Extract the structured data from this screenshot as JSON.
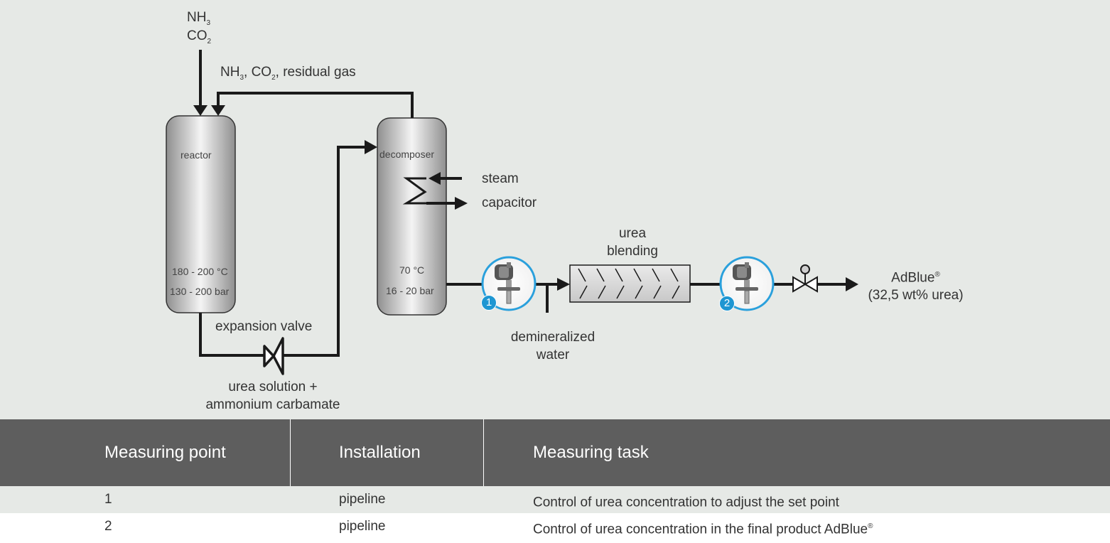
{
  "diagram": {
    "feed_nh3": "NH",
    "feed_nh3_sub": "3",
    "feed_co2": "CO",
    "feed_co2_sub": "2",
    "recycle_nh3": "NH",
    "recycle_nh3_sub": "3",
    "recycle_sep1": ", CO",
    "recycle_co2_sub": "2",
    "recycle_tail": ", residual gas",
    "reactor": "reactor",
    "reactor_temp": "180 - 200 °C",
    "reactor_pressure": "130 - 200 bar",
    "decomposer": "decomposer",
    "decomposer_temp": "70 °C",
    "decomposer_pressure": "16 - 20 bar",
    "steam": "steam",
    "capacitor": "capacitor",
    "expansion_valve": "expansion valve",
    "urea_solution_line1": "urea solution +",
    "urea_solution_line2": "ammonium carbamate",
    "urea_blending_line1": "urea",
    "urea_blending_line2": "blending",
    "demin_water_line1": "demineralized",
    "demin_water_line2": "water",
    "adblue": "AdBlue",
    "adblue_reg": "®",
    "adblue_conc": "(32,5 wt% urea)",
    "point1": "1",
    "point2": "2",
    "icons": [
      "sensor-icon",
      "valve-icon",
      "heat-exchanger-icon"
    ]
  },
  "table": {
    "headers": [
      "Measuring point",
      "Installation",
      "Measuring task"
    ],
    "rows": [
      {
        "point": "1",
        "installation": "pipeline",
        "task": "Control of urea concentration to adjust the set point",
        "task_sup": ""
      },
      {
        "point": "2",
        "installation": "pipeline",
        "task": "Control of urea concentration in the final product AdBlue",
        "task_sup": "®"
      }
    ]
  },
  "colors": {
    "background": "#e6e9e6",
    "header": "#5e5e5e",
    "row_alt": "#e6e9e6",
    "badge": "#1e96d2",
    "sensor_ring": "#2aa0dc"
  }
}
